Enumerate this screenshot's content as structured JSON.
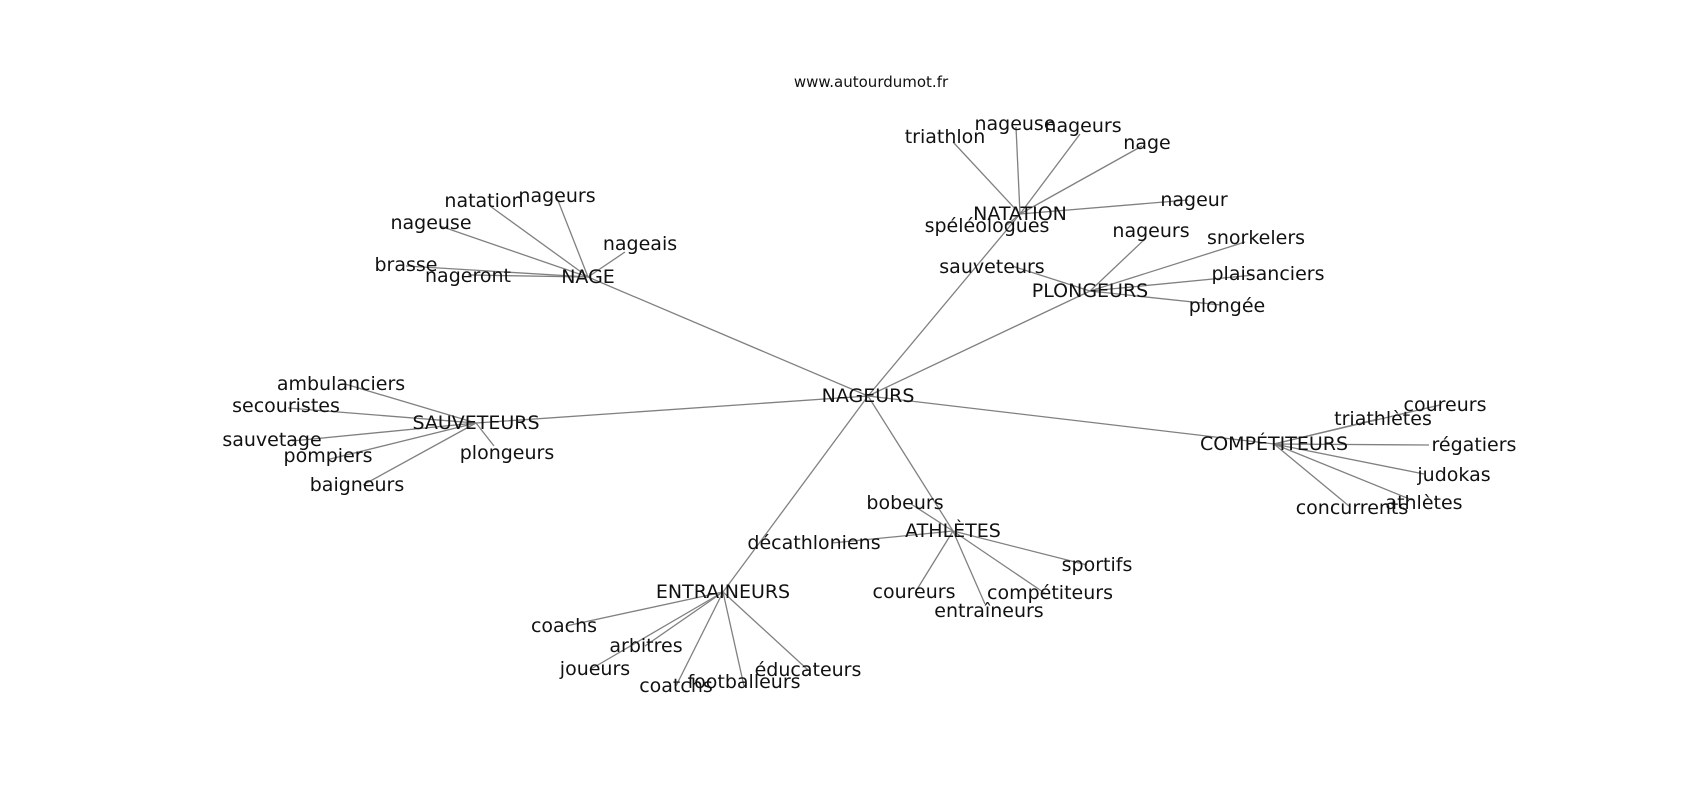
{
  "source_url": "www.autourdumot.fr",
  "graph": {
    "center": "NAGEURS",
    "clusters": [
      {
        "hub": "NAGE",
        "words": [
          "natation",
          "nageurs",
          "nageuse",
          "nageais",
          "brasse",
          "nageront"
        ]
      },
      {
        "hub": "NATATION",
        "words": [
          "triathlon",
          "nageuse",
          "nageurs",
          "nage",
          "nageur",
          "spéléologues"
        ]
      },
      {
        "hub": "PLONGEURS",
        "words": [
          "nageurs",
          "snorkelers",
          "plaisanciers",
          "plongée",
          "sauveteurs"
        ]
      },
      {
        "hub": "SAUVETEURS",
        "words": [
          "ambulanciers",
          "secouristes",
          "sauvetage",
          "pompiers",
          "plongeurs",
          "baigneurs"
        ]
      },
      {
        "hub": "COMPÉTITEURS",
        "words": [
          "coureurs",
          "triathlètes",
          "régatiers",
          "judokas",
          "athlètes",
          "concurrents"
        ]
      },
      {
        "hub": "ATHLÈTES",
        "words": [
          "bobeurs",
          "décathloniens",
          "sportifs",
          "coureurs",
          "compétiteurs",
          "entraîneurs"
        ]
      },
      {
        "hub": "ENTRAINEURS",
        "words": [
          "coachs",
          "arbitres",
          "joueurs",
          "coatchs",
          "footballeurs",
          "éducateurs"
        ]
      }
    ]
  }
}
